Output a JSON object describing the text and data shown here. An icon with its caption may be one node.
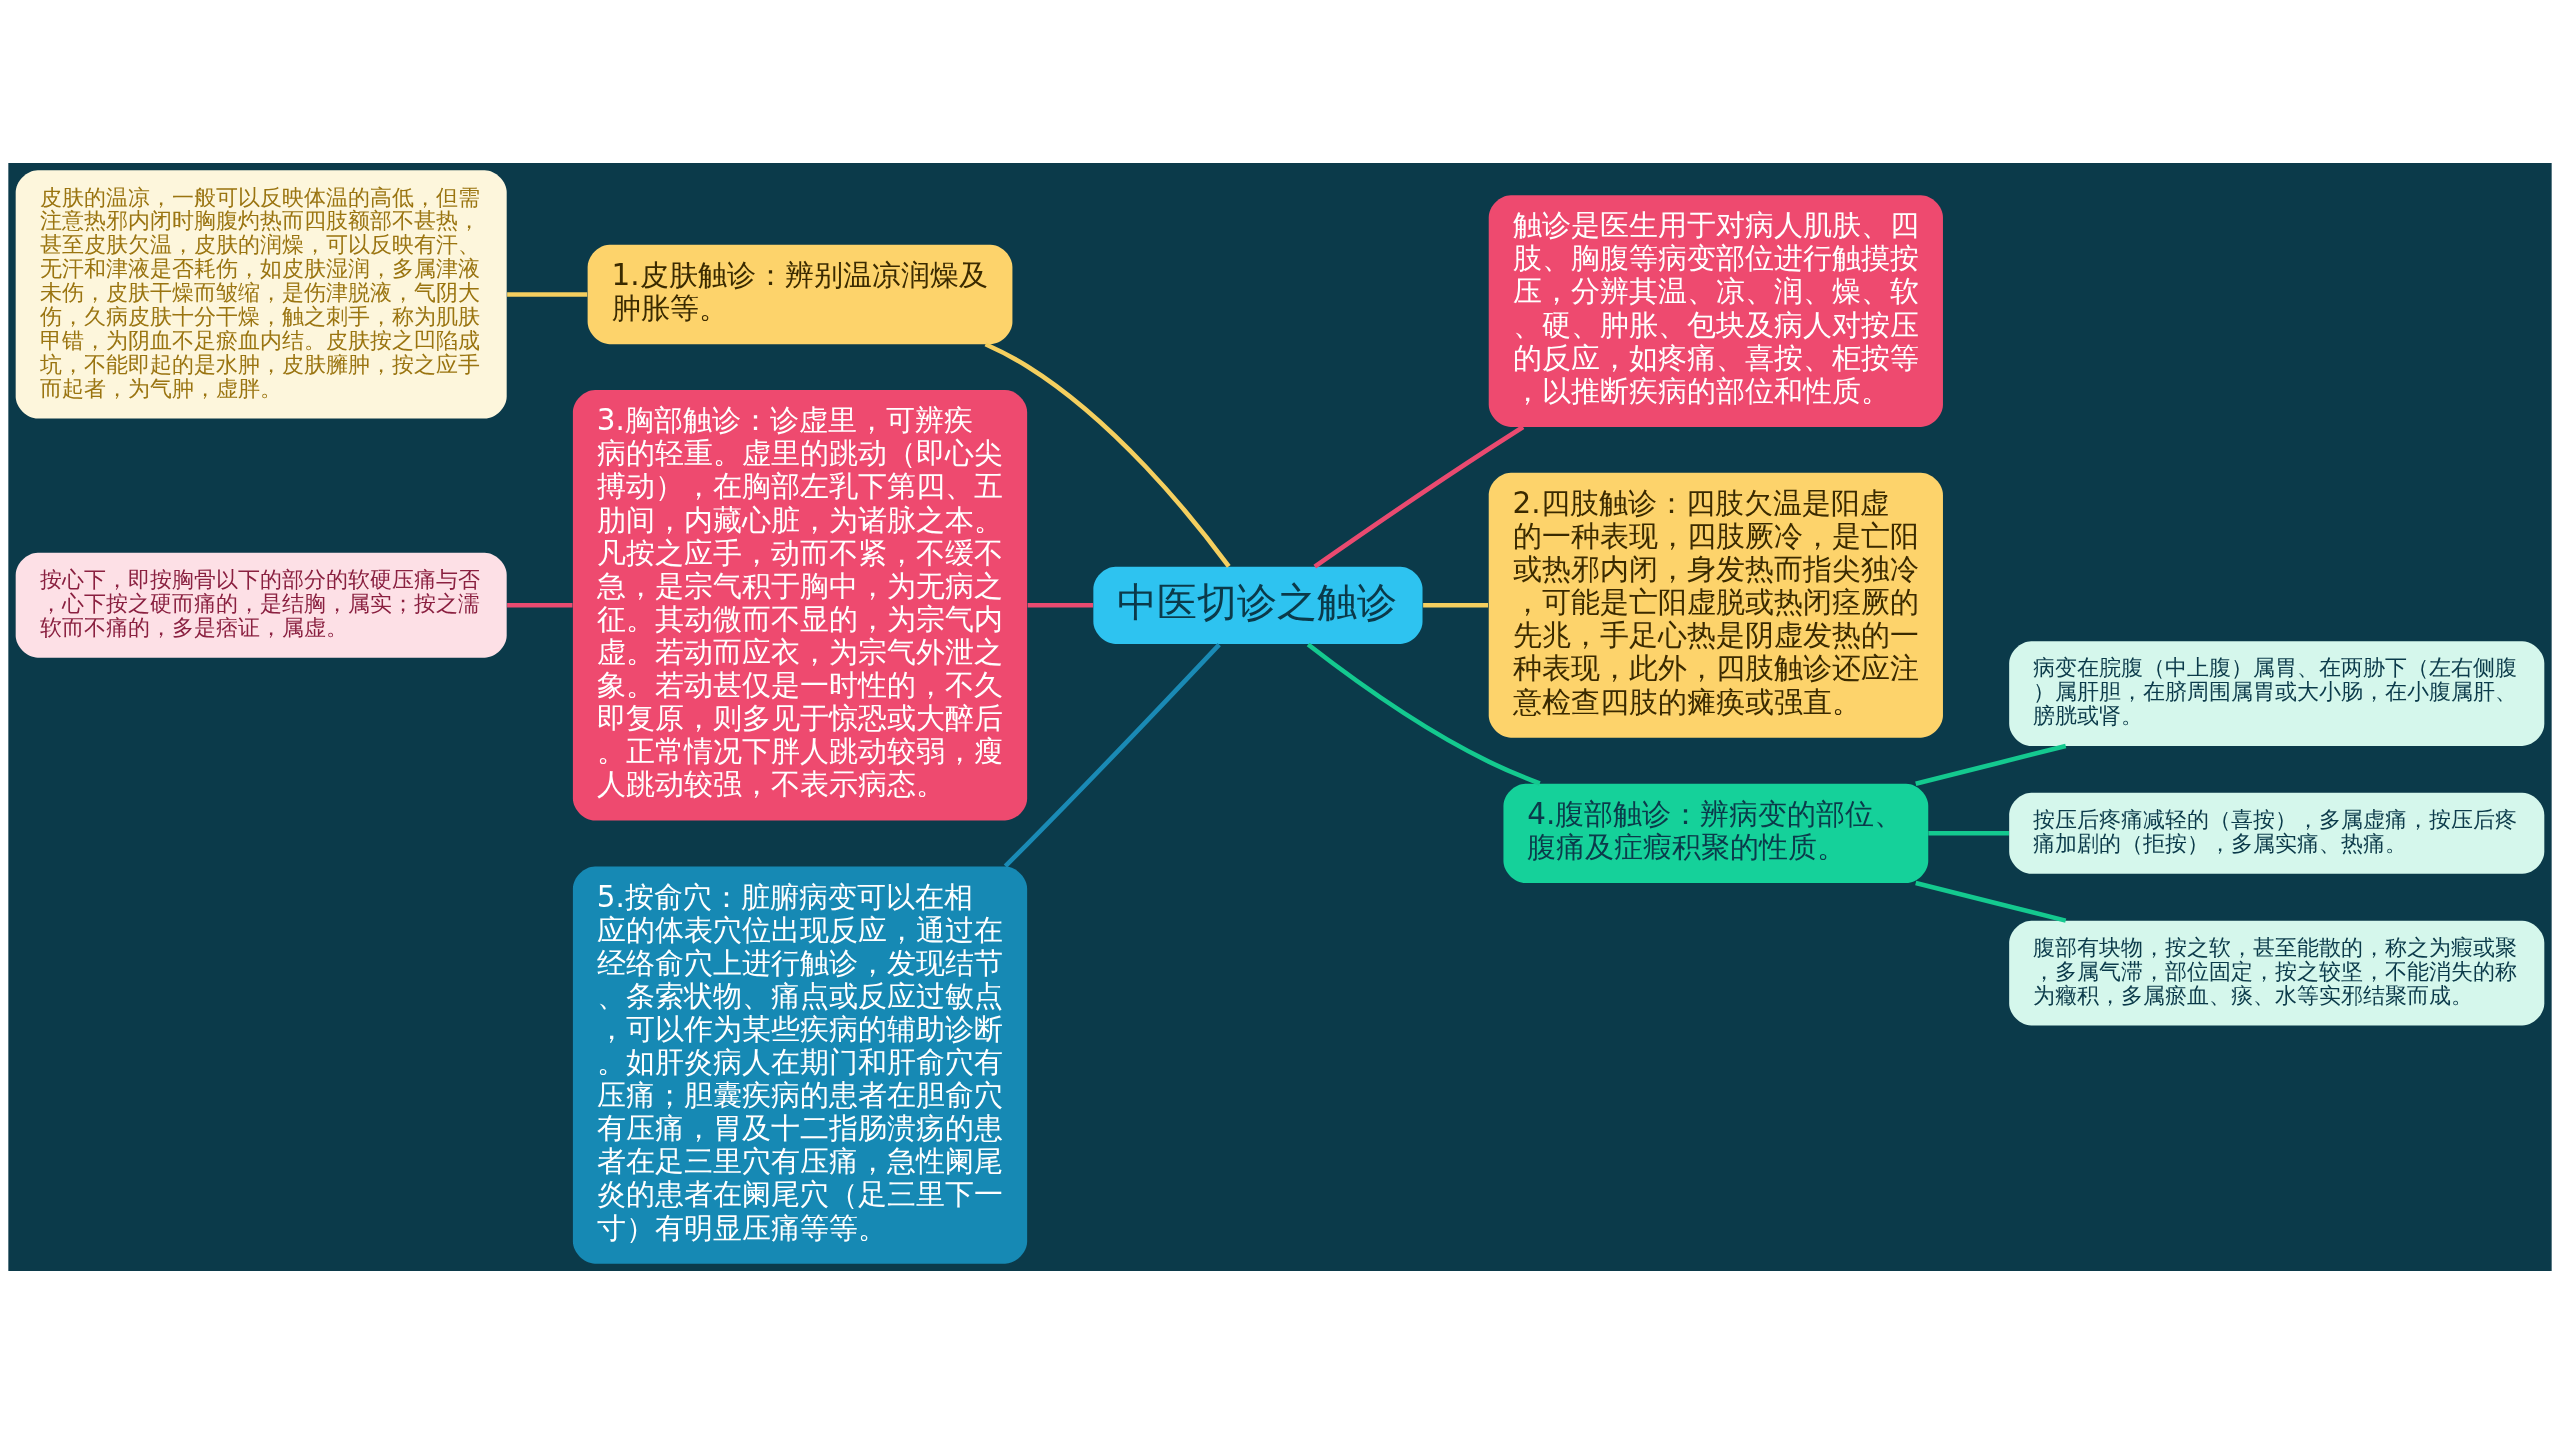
{
  "diagram": {
    "nodes": [
      {
        "text": [
          "中医切诊之触诊"
        ]
      },
      {
        "text": [
          "1.皮肤触诊：辨别温凉润燥及肿胀等。"
        ]
      },
      {
        "text": [
          "皮肤的温凉，一般可以反映体温的高低，但需注意热邪内闭时胸腹灼热而四肢额部不甚热，甚至皮肤欠温，皮肤的润燥，可以反映有汗、无汗和津液是否耗伤，如皮肤湿润，多属津液未伤，皮肤干燥而皱缩，是伤津脱液，气阴大伤，久病皮肤十分干燥，触之刺手，称为肌肤甲错，为阴血不足瘀血内结。皮肤按之凹陷成坑，不能即起的是水肿，皮肤臃肿，按之应手而起者，为气肿，虚胖。"
        ]
      },
      {
        "text": [
          "3.胸部触诊：诊虚里，可辨疾病的轻重。虚里的跳动（即心尖搏动），在胸部左乳下第四、五肋间，内藏心脏，为诸脉之本。凡按之应手，动而不紧，不缓不急，是宗气积于胸中，为无病之征。其动微而不显的，为宗气内虚。若动而应衣，为宗气外泄之象。若动甚仅是一时性的，不久即复原，则多见于惊恐或大醉后。正常情况下胖人跳动较弱，瘦人跳动较强，不表示病态。"
        ]
      },
      {
        "text": [
          "按心下，即按胸骨以下的部分的软硬压痛与否，心下按之硬而痛的，是结胸，属实；按之濡软而不痛的，多是痞证，属虚。"
        ]
      },
      {
        "text": [
          "5.按俞穴：脏腑病变可以在相应的体表穴位出现反应，通过在经络俞穴上进行触诊，发现结节、条索状物、痛点或反应过敏点，可以作为某些疾病的辅助诊断。如肝炎病人在期门和肝俞穴有压痛；胆囊疾病的患者在胆俞穴有压痛，胃及十二指肠溃疡的患者在足三里穴有压痛，急性阑尾炎的患者在阑尾穴（足三里下一寸）有明显压痛等等。"
        ]
      },
      {
        "text": [
          "触诊是医生用于对病人肌肤、四肢、胸腹等病变部位进行触摸按压，分辨其温、凉、润、燥、软、硬、肿胀、包块及病人对按压的反应，如疼痛、喜按、柜按等，以推断疾病的部位和性质。"
        ]
      },
      {
        "text": [
          "2.四肢触诊：四肢欠温是阳虚的一种表现，四肢厥冷，是亡阳或热邪内闭，身发热而指尖独冷，可能是亡阳虚脱或热闭痉厥的先兆，手足心热是阴虚发热的一种表现，此外，四肢触诊还应注意检查四肢的瘫痪或强直。"
        ]
      },
      {
        "text": [
          "4.腹部触诊：辨病变的部位、腹痛及症瘕积聚的性质。"
        ]
      },
      {
        "text": [
          "病变在脘腹（中上腹）属胃、在两胁下（左右侧腹）属肝胆，在脐周围属胃或大小肠，在小腹属肝、膀胱或肾。"
        ]
      },
      {
        "text": [
          "按压后疼痛减轻的（喜按），多属虚痛，按压后疼痛加剧的（拒按），多属实痛、热痛。"
        ]
      },
      {
        "text": [
          "腹部有块物，按之软，甚至能散的，称之为瘕或聚，多属气滞，部位固定，按之较坚，不能消失的称为癥积，多属瘀血、痰、水等实邪结聚而成。"
        ]
      }
    ],
    "edges": [
      {
        "from": 0,
        "to": 1,
        "arrow": "none",
        "color": "#f5cf5f"
      },
      {
        "from": 1,
        "to": 2,
        "arrow": "none",
        "color": "#f5cf5f"
      },
      {
        "from": 0,
        "to": 3,
        "arrow": "none",
        "color": "#ea4a70"
      },
      {
        "from": 3,
        "to": 4,
        "arrow": "none",
        "color": "#ea4a70"
      },
      {
        "from": 0,
        "to": 5,
        "arrow": "none",
        "color": "#1a8ab5"
      },
      {
        "from": 0,
        "to": 6,
        "arrow": "none",
        "color": "#ea4a70"
      },
      {
        "from": 0,
        "to": 7,
        "arrow": "none",
        "color": "#f5cf5f"
      },
      {
        "from": 0,
        "to": 8,
        "arrow": "none"
      },
      {
        "from": 8,
        "to": 9,
        "arrow": "none"
      },
      {
        "from": 8,
        "to": 10,
        "arrow": "none"
      },
      {
        "from": 8,
        "to": 11,
        "arrow": "none"
      }
    ]
  }
}
